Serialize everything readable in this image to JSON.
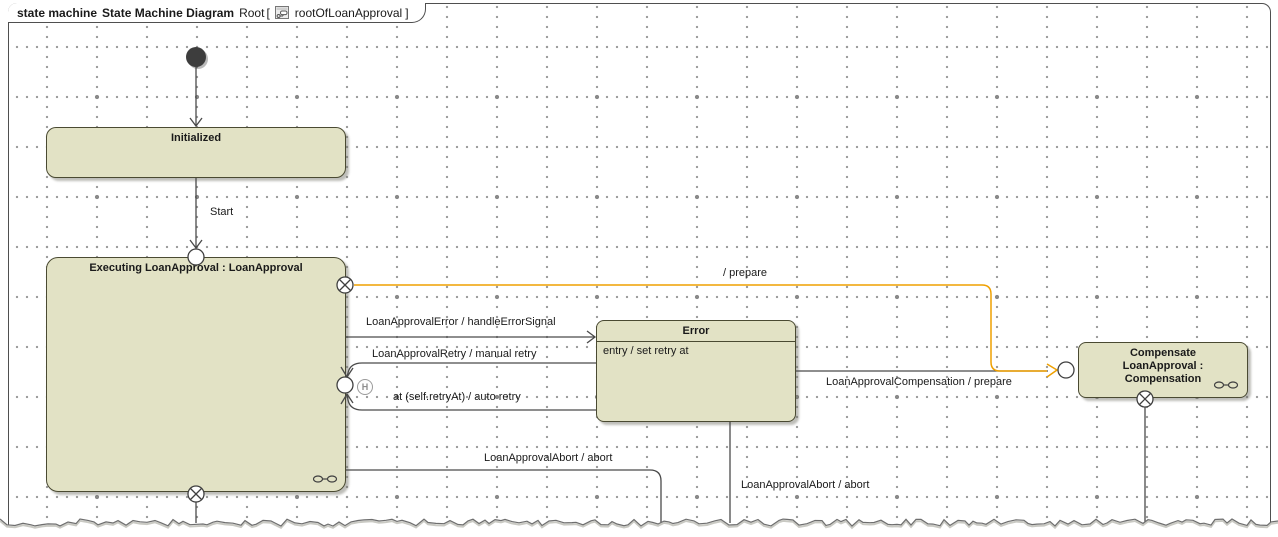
{
  "header": {
    "kind": "state machine",
    "diagram_type": "State Machine Diagram",
    "context": "Root",
    "bracket_open": "[",
    "diagram_name": "rootOfLoanApproval",
    "bracket_close": "]"
  },
  "states": {
    "initialized": {
      "title": "Initialized"
    },
    "executing": {
      "title": "Executing LoanApproval : LoanApproval"
    },
    "error": {
      "title": "Error",
      "entry_action": "entry / set retry at"
    },
    "compensate": {
      "title": "Compensate LoanApproval : Compensation"
    }
  },
  "pseudostates": {
    "history_label": "H"
  },
  "transitions": {
    "start": "Start",
    "error_signal": "LoanApprovalError / handleErrorSignal",
    "manual_retry": "LoanApprovalRetry / manual retry",
    "auto_retry": "at (self.retryAt) / auto retry",
    "prepare": "/ prepare",
    "compensation": "LoanApprovalCompensation / prepare",
    "abort_from_executing": "LoanApprovalAbort / abort",
    "abort_from_error": "LoanApprovalAbort / abort"
  },
  "colors": {
    "state_fill": "#e2e2c5",
    "state_border": "#4a4a32",
    "transition_line": "#4a4a4a",
    "highlight_orange": "#efa000",
    "grid_dot": "#9a9a9a"
  }
}
